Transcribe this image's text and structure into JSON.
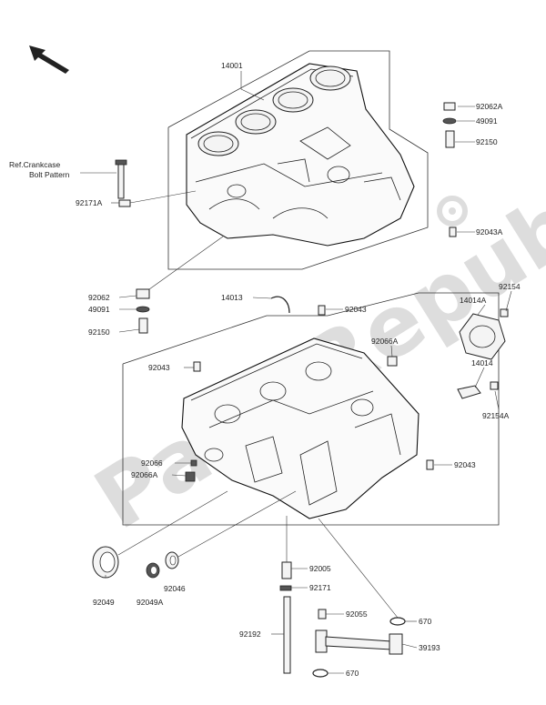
{
  "diagram": {
    "ref_note": [
      "Ref.Crankcase",
      "Bolt Pattern"
    ],
    "watermark": "PartsRepublik",
    "labels": {
      "p14001": "14001",
      "p92062A": "92062A",
      "p49091_top": "49091",
      "p92150_top": "92150",
      "p92171A": "92171A",
      "p92043A": "92043A",
      "p92062": "92062",
      "p49091": "49091",
      "p92150": "92150",
      "p14013": "14013",
      "p92043_a": "92043",
      "p14014A": "14014A",
      "p92154": "92154",
      "p92066A_top": "92066A",
      "p92043_b": "92043",
      "p14014": "14014",
      "p92154A": "92154A",
      "p92066": "92066",
      "p92066A": "92066A",
      "p92043_c": "92043",
      "p92005": "92005",
      "p92171": "92171",
      "p92049": "92049",
      "p92049A": "92049A",
      "p92046": "92046",
      "p92055": "92055",
      "p670_top": "670",
      "p92192": "92192",
      "p39193": "39193",
      "p670_bottom": "670"
    }
  }
}
